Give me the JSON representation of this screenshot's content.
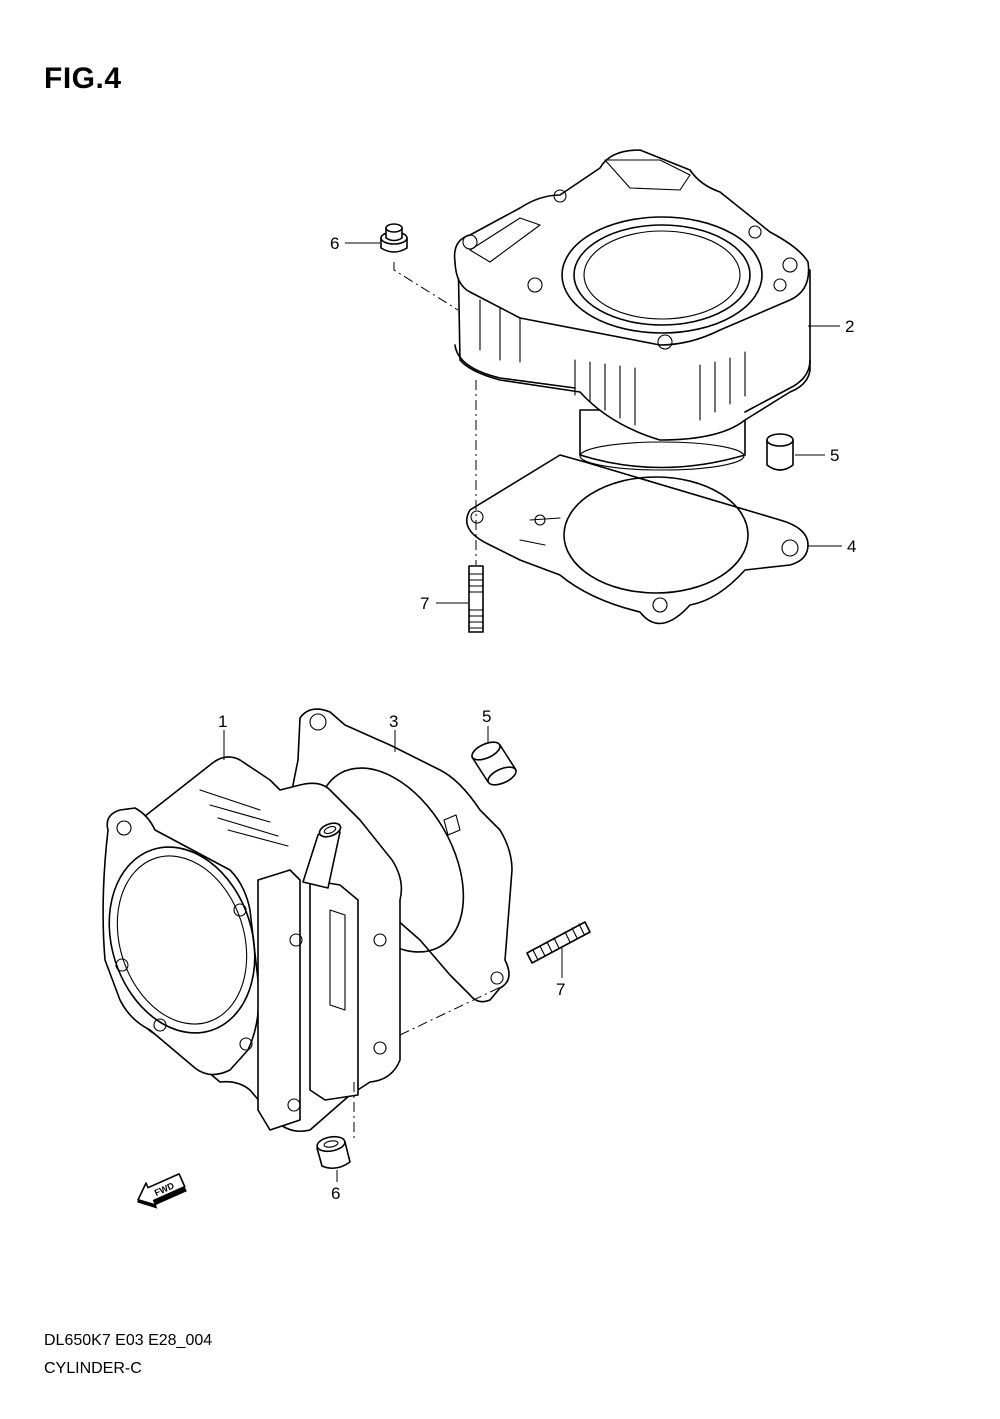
{
  "figure": {
    "title": "FIG.4",
    "code": "DL650K7 E03 E28_004",
    "name": "CYLINDER-C"
  },
  "callouts": {
    "upper": {
      "part6": "6",
      "part2": "2",
      "part5": "5",
      "part4": "4",
      "part7": "7"
    },
    "lower": {
      "part1": "1",
      "part3": "3",
      "part5": "5",
      "part7": "7",
      "part6": "6"
    }
  },
  "direction_badge": {
    "label": "FWD",
    "icon": "forward-arrow-icon"
  }
}
